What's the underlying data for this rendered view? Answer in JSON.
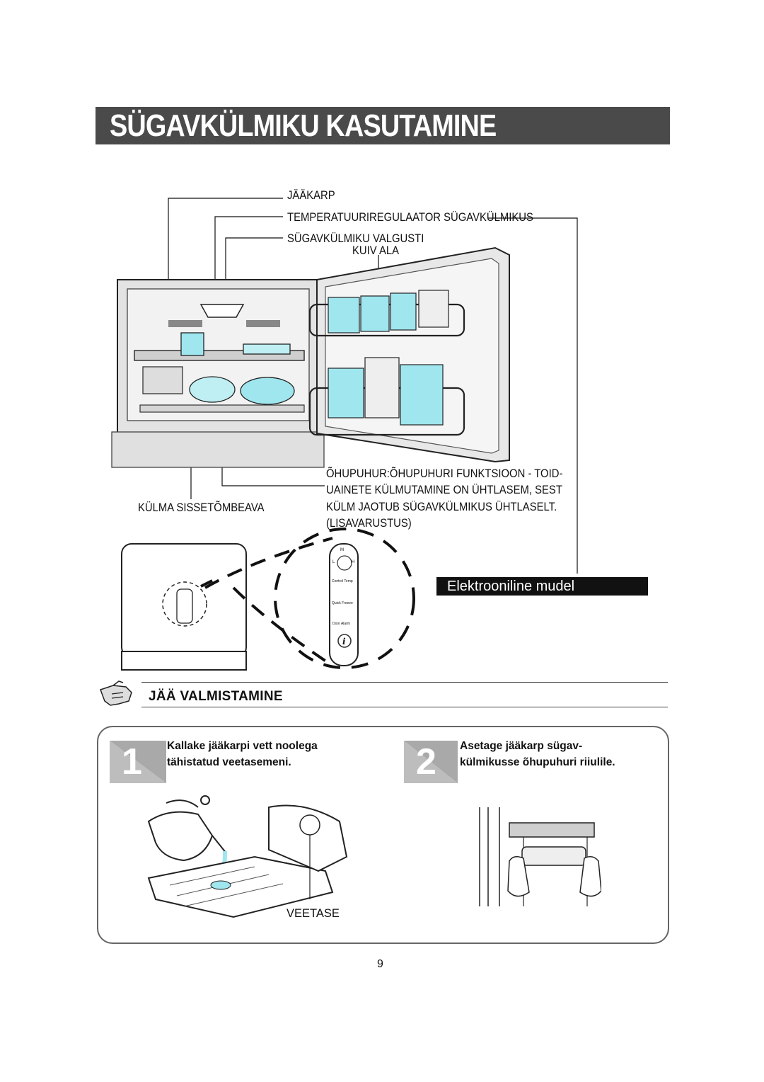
{
  "page": {
    "title": "SÜGAVKÜLMIKU KASUTAMINE",
    "page_number": "9"
  },
  "diagram_labels": {
    "ice_tray": "JÄÄKARP",
    "temp_regulator": "TEMPERATUURIREGULAATOR SÜGAVKÜLMIKUS",
    "freezer_light": "SÜGAVKÜLMIKU VALGUSTI",
    "dry_area": "KUIV ALA",
    "cold_air_intake": "KÜLMA SISSETÕMBEAVA",
    "fan_line1": "ÕHUPUHUR:ÕHUPUHURI FUNKTSIOON - TOID-",
    "fan_line2": "UAINETE KÜLMUTAMINE ON ÜHTLASEM, SEST",
    "fan_line3": "KÜLM JAOTUB SÜGAVKÜLMIKUS ÜHTLASELT.",
    "fan_line4": "(LISAVARUSTUS)"
  },
  "control_panel": {
    "badge": "Elektrooniline mudel",
    "items": [
      "M",
      "L",
      "H",
      "Control Temp",
      "Quick Freeze",
      "Door Alarm"
    ]
  },
  "section": {
    "title": "JÄÄ VALMISTAMINE"
  },
  "steps": [
    {
      "number": "1",
      "line1": "Kallake jääkarpi vett noolega",
      "line2": "tähistatud veetasemeni.",
      "callout": "VEETASE"
    },
    {
      "number": "2",
      "line1": "Asetage jääkarp sügav-",
      "line2": "külmikusse õhupuhuri riiulile."
    }
  ],
  "colors": {
    "title_bar": "#4a4a4a",
    "badge_bg": "#111111",
    "ice_blue": "#9fe6ef",
    "shelf_blue": "#bfeef3"
  }
}
